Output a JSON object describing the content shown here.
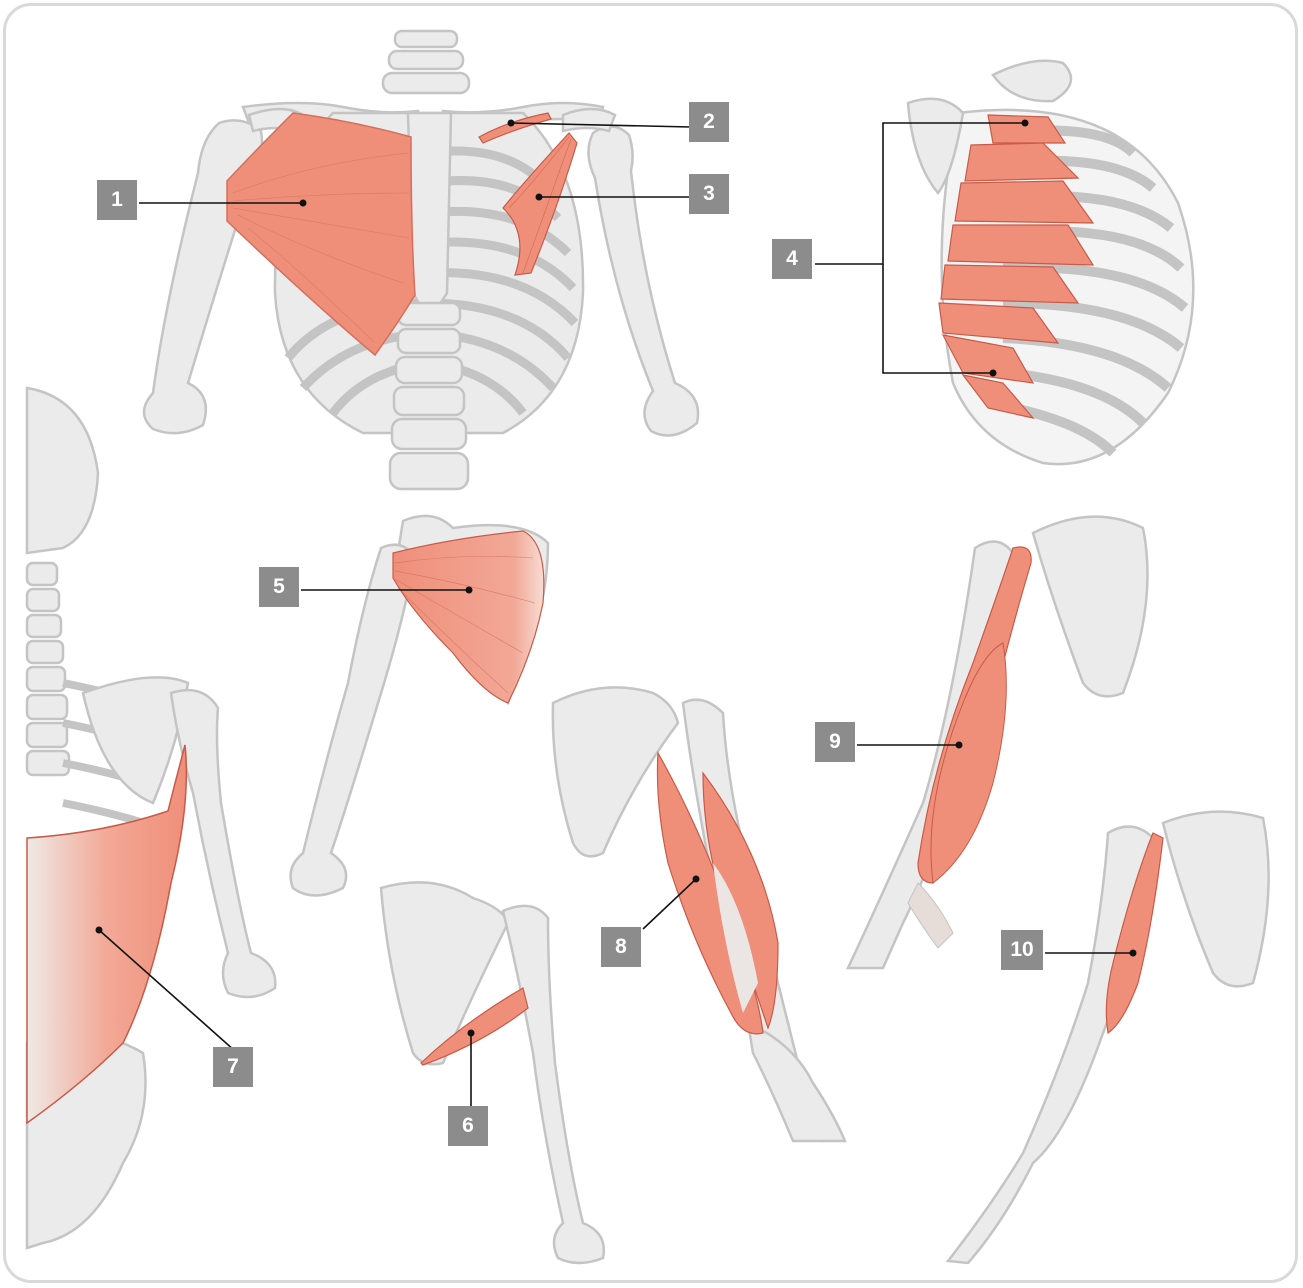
{
  "labels": [
    "1",
    "2",
    "3",
    "4",
    "5",
    "6",
    "7",
    "8",
    "9",
    "10"
  ],
  "colors": {
    "bone_fill": "#ebebeb",
    "bone_stroke": "#c4c4c4",
    "muscle": "#ef8f7a",
    "muscle_dark": "#c85a48",
    "badge": "#8c8c8c",
    "frame": "#d9d9d9",
    "leader": "#111111"
  }
}
